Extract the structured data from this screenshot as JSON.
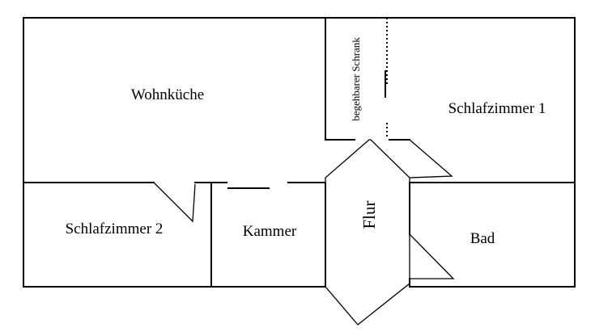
{
  "rooms": {
    "wohnkueche": "Wohnküche",
    "schlafzimmer1": "Schlafzimmer 1",
    "schlafzimmer2": "Schlafzimmer 2",
    "kammer": "Kammer",
    "bad": "Bad",
    "flur": "Flur",
    "schrank": "begehbarer Schrank"
  }
}
